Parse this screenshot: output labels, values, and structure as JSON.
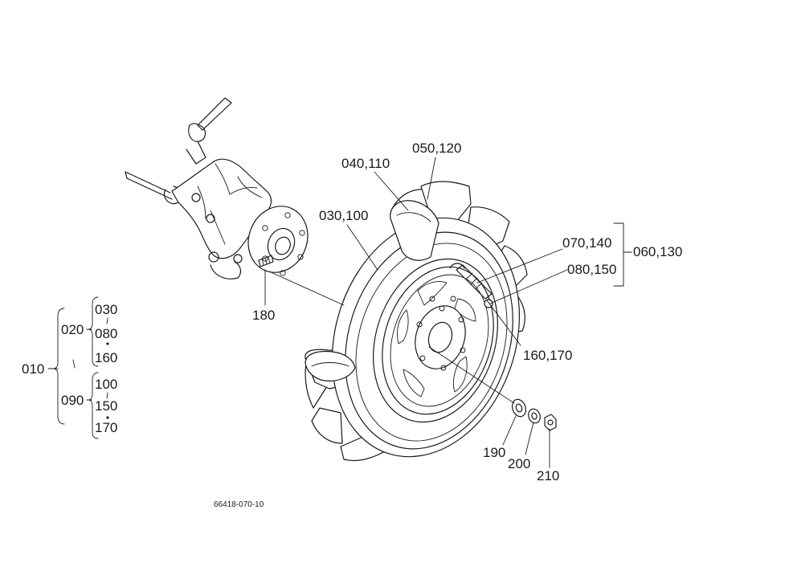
{
  "callouts": {
    "c050_120": "050,120",
    "c040_110": "040,110",
    "c030_100": "030,100",
    "c070_140": "070,140",
    "c080_150": "080,150",
    "c060_130": "060,130",
    "c180": "180",
    "c160_170": "160,170",
    "c190": "190",
    "c200": "200",
    "c210": "210"
  },
  "tree": {
    "root": "010",
    "branch_a": "020",
    "branch_b": "090",
    "a_items": [
      "030",
      "080",
      "160"
    ],
    "b_items": [
      "100",
      "150",
      "170"
    ]
  },
  "drawing_code": "66418-070-10"
}
